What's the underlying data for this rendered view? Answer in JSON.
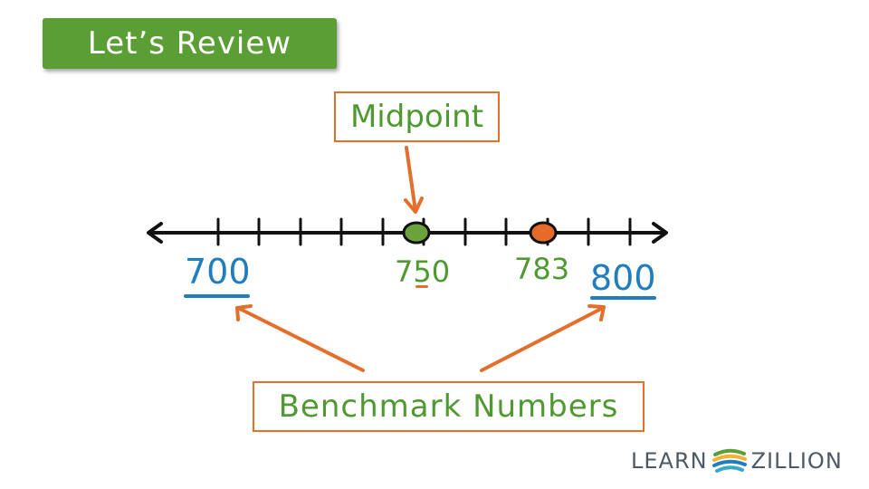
{
  "banner": {
    "title": "Let’s Review"
  },
  "labels": {
    "midpoint": "Midpoint",
    "benchmark": "Benchmark Numbers"
  },
  "number_line": {
    "start": "700",
    "end": "800",
    "midpoint_value": "750",
    "point_value": "783"
  },
  "colors": {
    "banner_green": "#5a9e35",
    "text_green": "#4f9a30",
    "blue": "#1f7dc0",
    "orange": "#e26f2c",
    "midpoint_dot": "#6aa33a",
    "point_dot": "#e66a28"
  },
  "logo": {
    "left": "LEARN",
    "right": "ZILLION"
  }
}
